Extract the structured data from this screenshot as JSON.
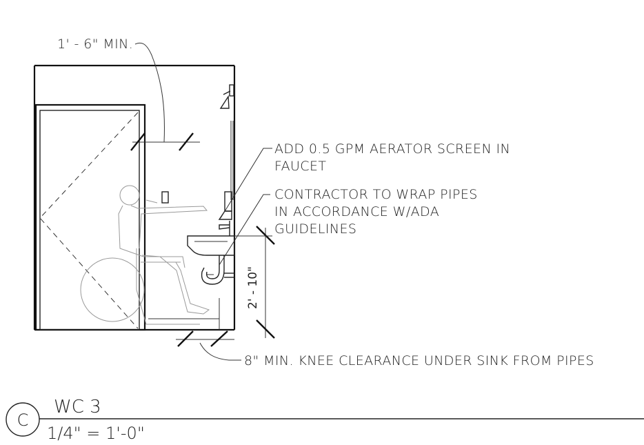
{
  "dimensions": {
    "min_width_label": "1' - 6\" MIN.",
    "height_label": "2' - 10\""
  },
  "notes": {
    "aerator_line1": "ADD 0.5 GPM AERATOR SCREEN IN",
    "aerator_line2": "FAUCET",
    "pipes_line1": "CONTRACTOR TO WRAP PIPES",
    "pipes_line2": "IN ACCORDANCE W/ADA",
    "pipes_line3": "GUIDELINES",
    "knee_clearance": "8\" MIN. KNEE CLEARANCE UNDER SINK FROM PIPES"
  },
  "title_block": {
    "detail_mark": "C",
    "title": "WC 3",
    "scale": "1/4\" = 1'-0\""
  }
}
